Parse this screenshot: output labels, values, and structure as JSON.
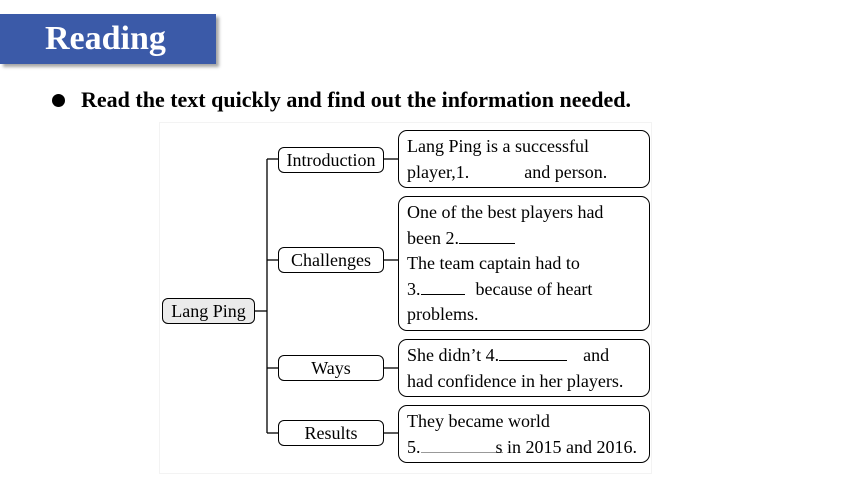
{
  "title": "Reading",
  "instruction": "Read the text quickly and find out the information needed.",
  "mindmap": {
    "root": "Lang Ping",
    "branches": [
      {
        "label": "Introduction",
        "lines": [
          {
            "pre": "Lang Ping is a successful",
            "blank": "",
            "post": ""
          },
          {
            "pre": "player,1.",
            "blank": "",
            "post": "and person."
          }
        ]
      },
      {
        "label": "Challenges",
        "lines": [
          {
            "pre": "One of the best players had",
            "blank": "",
            "post": ""
          },
          {
            "pre": "been 2.",
            "blank": "",
            "post": ""
          },
          {
            "pre": "The team captain had to",
            "blank": "",
            "post": ""
          },
          {
            "pre": "3.",
            "blank": "",
            "post": "because of heart"
          },
          {
            "pre": "problems.",
            "blank": "",
            "post": ""
          }
        ]
      },
      {
        "label": "Ways",
        "lines": [
          {
            "pre": "She didn’t 4.",
            "blank": "",
            "post": "and"
          },
          {
            "pre": "had confidence in her players.",
            "blank": "",
            "post": ""
          }
        ]
      },
      {
        "label": "Results",
        "lines": [
          {
            "pre": "They became world",
            "blank": "",
            "post": ""
          },
          {
            "pre": "5.",
            "blank": "s",
            "post": " in 2015 and 2016."
          }
        ]
      }
    ]
  }
}
